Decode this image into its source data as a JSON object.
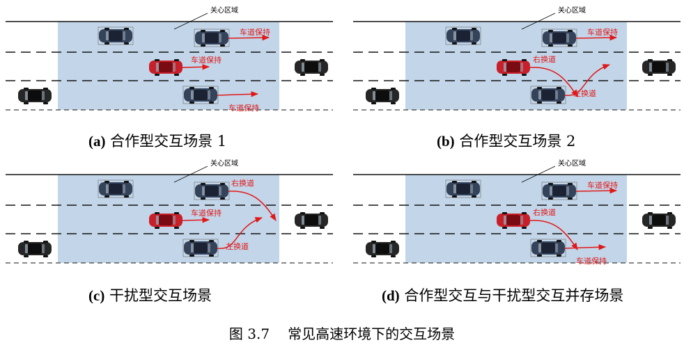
{
  "colors": {
    "roi_fill": "#c3d6e9",
    "road_line": "#111111",
    "arrow": "#e01818",
    "label": "#e01818",
    "ego_car": "#c8202a",
    "ego_trim": "#7a0b12",
    "blue_car": "#34425a",
    "blue_trim": "#1a2233",
    "dark_car": "#262626",
    "dark_trim": "#0d0d0d"
  },
  "figure": {
    "panels": [
      {
        "id": "a",
        "caption_tag": "(a)",
        "caption_text": "合作型交互场景 1",
        "roi_label": "关心区域",
        "actions": [
          {
            "text": "车道保持",
            "kind": "straight",
            "lane": 0
          },
          {
            "text": "车道保持",
            "kind": "straight",
            "lane": 1
          },
          {
            "text": "车道保持",
            "kind": "straight",
            "lane": 2
          }
        ]
      },
      {
        "id": "b",
        "caption_tag": "(b)",
        "caption_text": "合作型交互场景 2",
        "roi_label": "关心区域",
        "actions": [
          {
            "text": "车道保持",
            "kind": "straight",
            "lane": 0
          },
          {
            "text": "右换道",
            "kind": "to_right",
            "lane": 1
          },
          {
            "text": "左换道",
            "kind": "to_left",
            "lane": 2
          }
        ]
      },
      {
        "id": "c",
        "caption_tag": "(c)",
        "caption_text": "干扰型交互场景",
        "roi_label": "关心区域",
        "actions": [
          {
            "text": "右换道",
            "kind": "to_right",
            "lane": 0
          },
          {
            "text": "车道保持",
            "kind": "straight",
            "lane": 1
          },
          {
            "text": "左换道",
            "kind": "to_left",
            "lane": 2
          }
        ]
      },
      {
        "id": "d",
        "caption_tag": "(d)",
        "caption_text": "合作型交互与干扰型交互并存场景",
        "roi_label": "关心区域",
        "actions": [
          {
            "text": "车道保持",
            "kind": "straight",
            "lane": 0
          },
          {
            "text": "右换道",
            "kind": "to_right",
            "lane": 1
          },
          {
            "text": "车道保持",
            "kind": "straight",
            "lane": 2
          }
        ]
      }
    ],
    "caption_number": "图 3.7",
    "caption_text": "常见高速环境下的交互场景"
  }
}
